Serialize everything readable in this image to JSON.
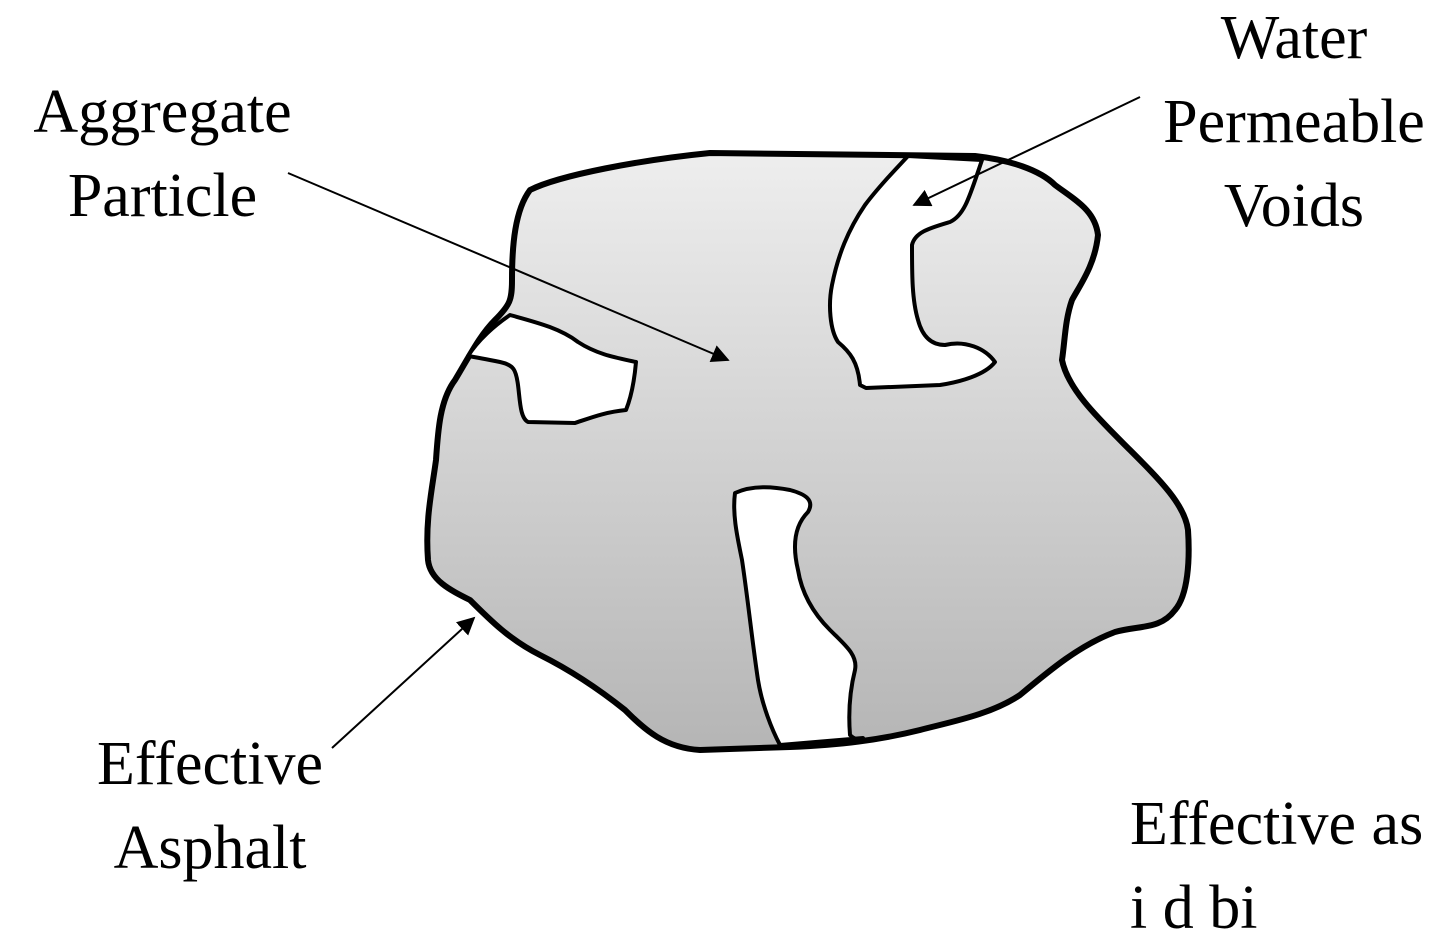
{
  "labels": {
    "aggregate": {
      "line1": "Aggregate",
      "line2": "Particle"
    },
    "water": {
      "line1": "Water",
      "line2": "Permeable",
      "line3": "Voids"
    },
    "asphalt": {
      "line1": "Effective",
      "line2": "Asphalt"
    },
    "bottom_right": {
      "line1": "Effective as",
      "line2": "i d bi"
    }
  },
  "colors": {
    "particle_fill_top": "#eeeeee",
    "particle_fill_bottom": "#b5b5b5",
    "outline": "#000000",
    "void_fill": "#ffffff"
  }
}
